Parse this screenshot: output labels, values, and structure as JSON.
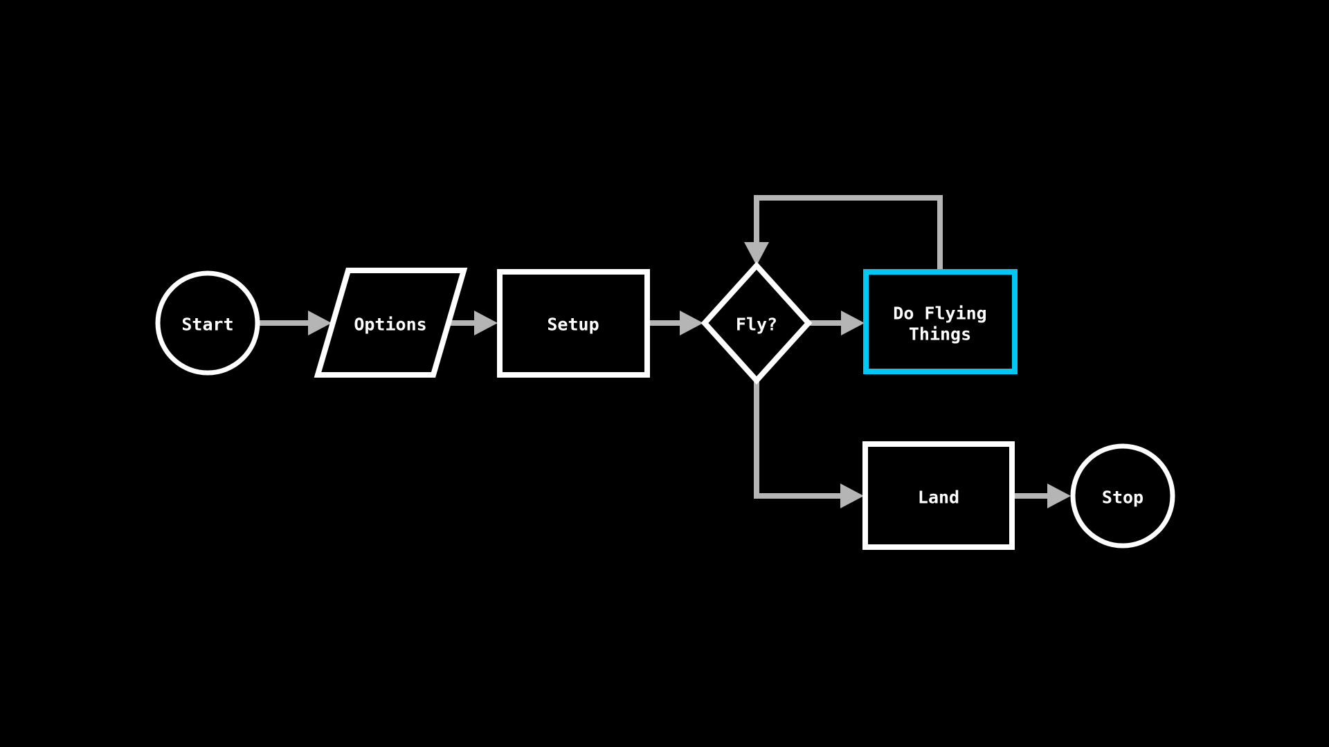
{
  "palette": {
    "background": "#000000",
    "node_stroke": "#ffffff",
    "edge_color": "#b5b5b5",
    "highlight": "#00c8f5",
    "text_color": "#ffffff"
  },
  "nodes": [
    {
      "id": "start",
      "type": "terminator-circle",
      "label": "Start"
    },
    {
      "id": "options",
      "type": "io-parallelogram",
      "label": "Options"
    },
    {
      "id": "setup",
      "type": "process-rect",
      "label": "Setup"
    },
    {
      "id": "fly",
      "type": "decision-diamond",
      "label": "Fly?"
    },
    {
      "id": "do_flying",
      "type": "process-rect",
      "label": "Do Flying Things",
      "label_lines": [
        "Do Flying",
        "Things"
      ],
      "highlighted": true
    },
    {
      "id": "land",
      "type": "process-rect",
      "label": "Land"
    },
    {
      "id": "stop",
      "type": "terminator-circle",
      "label": "Stop"
    }
  ],
  "edges": [
    {
      "from": "start",
      "to": "options"
    },
    {
      "from": "options",
      "to": "setup"
    },
    {
      "from": "setup",
      "to": "fly"
    },
    {
      "from": "fly",
      "to": "do_flying"
    },
    {
      "from": "do_flying",
      "to": "fly",
      "kind": "loop-back"
    },
    {
      "from": "fly",
      "to": "land"
    },
    {
      "from": "land",
      "to": "stop"
    }
  ]
}
